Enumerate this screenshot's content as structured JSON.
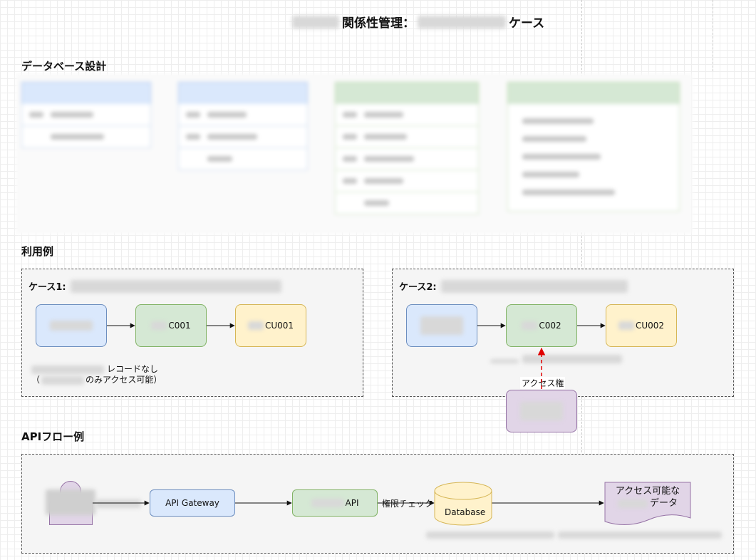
{
  "title": {
    "suffix_main": "関係性管理：",
    "suffix_end": "ケース"
  },
  "sections": {
    "db_design": "データベース設計",
    "usage": "利用例",
    "api_flow": "APIフロー例"
  },
  "case1": {
    "label": "ケース1:",
    "node_green": "C001",
    "node_yellow": "CU001",
    "note_line1": "レコードなし",
    "note_line2_open": "（",
    "note_line2": "のみアクセス可能）"
  },
  "case2": {
    "label": "ケース2:",
    "node_green": "C002",
    "node_yellow": "CU002",
    "access_label": "アクセス権"
  },
  "api": {
    "gateway": "API Gateway",
    "api_node": "API",
    "check_label": "権限チェック",
    "database": "Database",
    "result_line1": "アクセス可能な",
    "result_line2": "データ"
  },
  "colors": {
    "blue_fill": "#dae8fc",
    "blue_stroke": "#6c8ebf",
    "green_fill": "#d5e8d4",
    "green_stroke": "#82b366",
    "yellow_fill": "#fff2cc",
    "yellow_stroke": "#d6b656",
    "purple_fill": "#e1d5e7",
    "purple_stroke": "#9673a6",
    "access_arrow": "#e00000"
  }
}
